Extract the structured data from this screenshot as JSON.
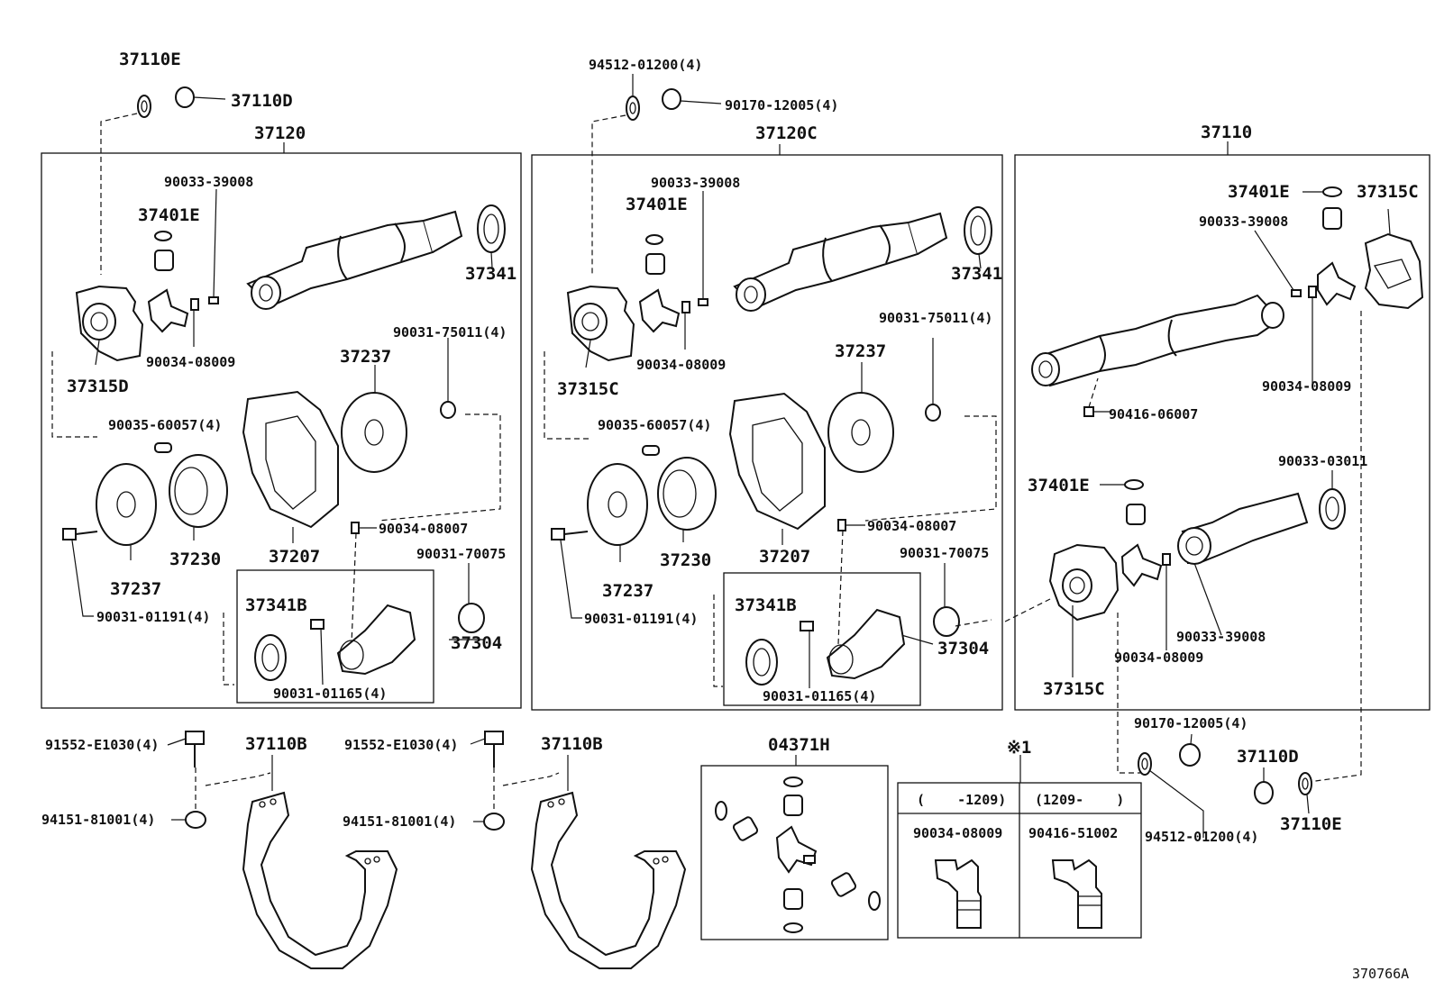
{
  "labels": {
    "top_37110E": "37110E",
    "top_37110D": "37110D",
    "box1_title": "37120",
    "b1_90033_39008": "90033-39008",
    "b1_37401E": "37401E",
    "b1_37341": "37341",
    "b1_37315D": "37315D",
    "b1_90034_08009": "90034-08009",
    "b1_90031_75011": "90031-75011(4)",
    "b1_37237_top": "37237",
    "b1_90035_60057": "90035-60057(4)",
    "b1_37230": "37230",
    "b1_37207": "37207",
    "b1_37237_bottom": "37237",
    "b1_90034_08007": "90034-08007",
    "b1_90031_70075": "90031-70075",
    "b1_37341B": "37341B",
    "b1_37304": "37304",
    "b1_90031_01191": "90031-01191(4)",
    "b1_90031_01165": "90031-01165(4)",
    "top2_94512": "94512-01200(4)",
    "top2_90170": "90170-12005(4)",
    "box2_title": "37120C",
    "b2_90033_39008": "90033-39008",
    "b2_37401E": "37401E",
    "b2_37341": "37341",
    "b2_37315C": "37315C",
    "b2_90034_08009": "90034-08009",
    "b2_90031_75011": "90031-75011(4)",
    "b2_37237_top": "37237",
    "b2_90035_60057": "90035-60057(4)",
    "b2_37230": "37230",
    "b2_37207": "37207",
    "b2_37237_bottom": "37237",
    "b2_90034_08007": "90034-08007",
    "b2_90031_70075": "90031-70075",
    "b2_37341B": "37341B",
    "b2_37304": "37304",
    "b2_90031_01191": "90031-01191(4)",
    "b2_90031_01165": "90031-01165(4)",
    "box3_title": "37110",
    "b3_37401E_top": "37401E",
    "b3_37315C_top": "37315C",
    "b3_90033_39008_top": "90033-39008",
    "b3_90034_08009_top": "90034-08009",
    "b3_90416_06007": "90416-06007",
    "b3_90033_03011": "90033-03011",
    "b3_37401E_mid": "37401E",
    "b3_90033_39008_bottom": "90033-39008",
    "b3_90034_08009_bottom": "90034-08009",
    "b3_37315C_bottom": "37315C",
    "bl_91552_left": "91552-E1030(4)",
    "bl_37110B_left": "37110B",
    "bl_94151_left": "94151-81001(4)",
    "bl_91552_mid": "91552-E1030(4)",
    "bl_37110B_mid": "37110B",
    "bl_94151_mid": "94151-81001(4)",
    "kit_04371H": "04371H",
    "note_mark": "※1",
    "table_col1_header": "(    -1209)",
    "table_col2_header": "(1209-    )",
    "table_col1_part": "90034-08009",
    "table_col2_part": "90416-51002",
    "br_90170": "90170-12005(4)",
    "br_37110D": "37110D",
    "br_37110E": "37110E",
    "br_94512": "94512-01200(4)",
    "figure_id": "370766A"
  }
}
